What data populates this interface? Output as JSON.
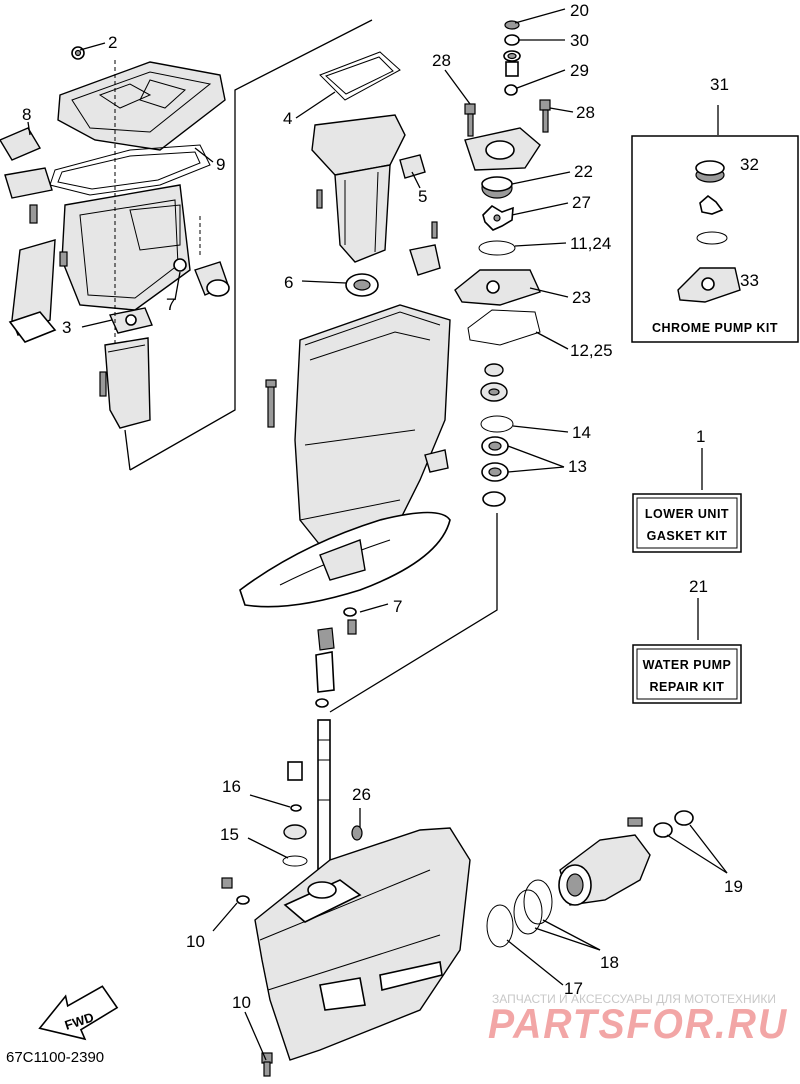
{
  "diagram_code": "67C1100-2390",
  "fwd_label": "FWD",
  "kits": {
    "chrome_pump": {
      "number": "31",
      "title": "CHROME PUMP KIT"
    },
    "lower_unit_gasket": {
      "number": "1",
      "line1": "LOWER UNIT",
      "line2": "GASKET KIT"
    },
    "water_pump_repair": {
      "number": "21",
      "line1": "WATER PUMP",
      "line2": "REPAIR KIT"
    }
  },
  "callouts": {
    "c2": "2",
    "c8": "8",
    "c9": "9",
    "c4": "4",
    "c5": "5",
    "c6": "6",
    "c7a": "7",
    "c7b": "7",
    "c3": "3",
    "c20": "20",
    "c30": "30",
    "c29": "29",
    "c28a": "28",
    "c28b": "28",
    "c22": "22",
    "c27": "27",
    "c11_24": "11,24",
    "c23": "23",
    "c12_25": "12,25",
    "c14": "14",
    "c13": "13",
    "c32": "32",
    "c33": "33",
    "c16": "16",
    "c26": "26",
    "c15": "15",
    "c10a": "10",
    "c10b": "10",
    "c19": "19",
    "c18": "18",
    "c17": "17"
  },
  "watermark": {
    "subtitle": "ЗАПЧАСТИ И АКСЕССУАРЫ ДЛЯ МОТОТЕХНИКИ",
    "brand": "PARTSFOR.RU"
  }
}
